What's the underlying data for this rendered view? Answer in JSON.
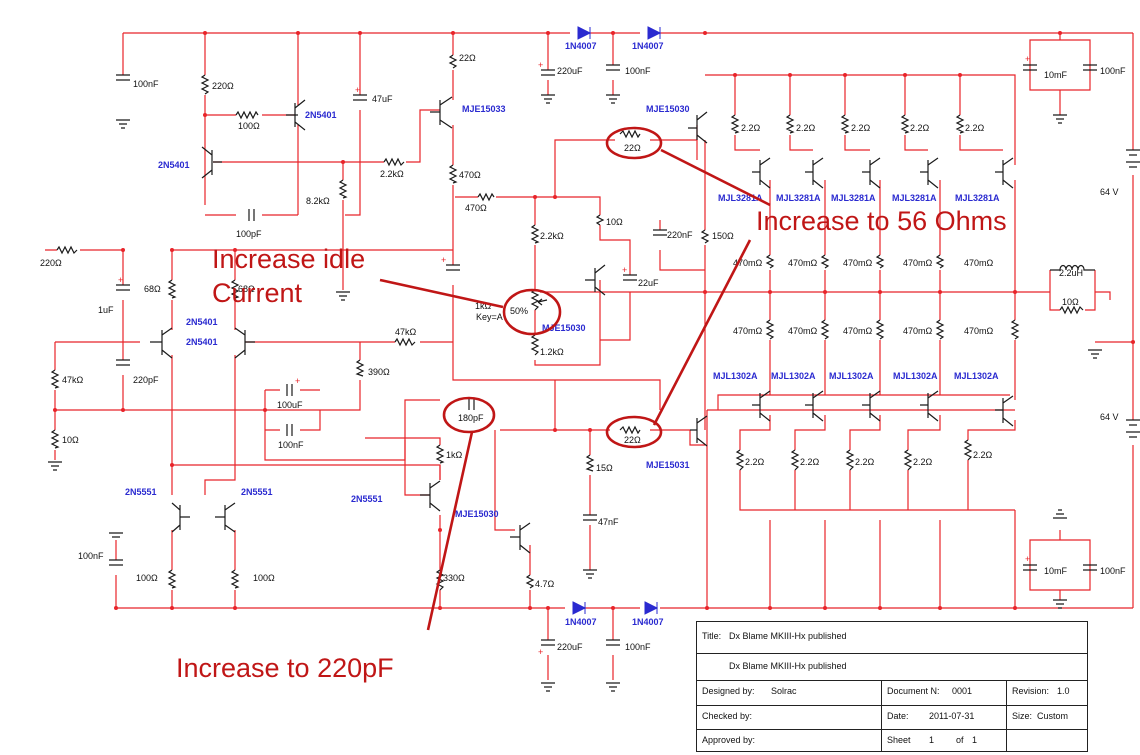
{
  "schematic": {
    "annotations": {
      "idle_current": "Increase idle\nCurrent",
      "ohms": "Increase to 56 Ohms",
      "cap": "Increase to 220pF"
    },
    "transistors": {
      "q_2n5401_top": "2N5401",
      "q_2n5401_left": "2N5401",
      "q_2n5401_pair_a": "2N5401",
      "q_2n5401_pair_b": "2N5401",
      "q_2n5551_a": "2N5551",
      "q_2n5551_b": "2N5551",
      "q_2n5551_vas": "2N5551",
      "q_mje15033": "MJE15033",
      "q_mje15030_bias": "MJE15030",
      "q_mje15030_vas": "MJE15030",
      "q_mje15030_drv": "MJE15030",
      "q_mje15031_drv": "MJE15031",
      "q_mjl3281a": "MJL3281A",
      "q_mjl1302a": "MJL1302A"
    },
    "diodes": {
      "d": "1N4007"
    },
    "labels": {
      "r_220": "220Ω",
      "r_100": "100Ω",
      "r_22_top": "22Ω",
      "r_2k2": "2.2kΩ",
      "r_8k2": "8.2kΩ",
      "r_470": "470Ω",
      "r_10": "10Ω",
      "r_2k2b": "2.2kΩ",
      "r_150": "150Ω",
      "r_68": "68Ω",
      "r_47k": "47kΩ",
      "r_390": "390Ω",
      "r_1k": "1kΩ",
      "r_1k2": "1.2kΩ",
      "r_15": "15Ω",
      "r_330": "330Ω",
      "r_4_7": "4.7Ω",
      "r_22_drv": "22Ω",
      "r_2_2": "2.2Ω",
      "r_470m": "470mΩ",
      "pot_1k": "1kΩ",
      "pot_key": "Key=A",
      "pot_pct": "50%",
      "c_100n": "100nF",
      "c_47u": "47uF",
      "c_220u": "220uF",
      "c_100p": "100pF",
      "c_1u": "1uF",
      "c_220p": "220pF",
      "c_100u": "100uF",
      "c_180p": "180pF",
      "c_47n": "47nF",
      "c_22u": "22uF",
      "c_220n": "220nF",
      "c_10m": "10mF",
      "l_2u2": "2.2uH",
      "v_64": "64 V",
      "plus": "+"
    }
  },
  "title_block": {
    "title_label": "Title:",
    "title_value": "Dx Blame MKIII-Hx published",
    "subtitle_value": "Dx Blame MKIII-Hx published",
    "designed_label": "Designed by:",
    "designed_value": "Solrac",
    "docno_label": "Document N:",
    "docno_value": "0001",
    "rev_label": "Revision:",
    "rev_value": "1.0",
    "checked_label": "Checked by:",
    "date_label": "Date:",
    "date_value": "2011-07-31",
    "size_label": "Size:",
    "size_value": "Custom",
    "approved_label": "Approved by:",
    "sheet_label": "Sheet",
    "sheet_value": "1",
    "of_label": "of",
    "of_value": "1"
  },
  "colors": {
    "wire": "#e8242a",
    "component": "#1a1a1a",
    "transistor_label": "#2a2ad0",
    "annotation": "#c01616"
  }
}
